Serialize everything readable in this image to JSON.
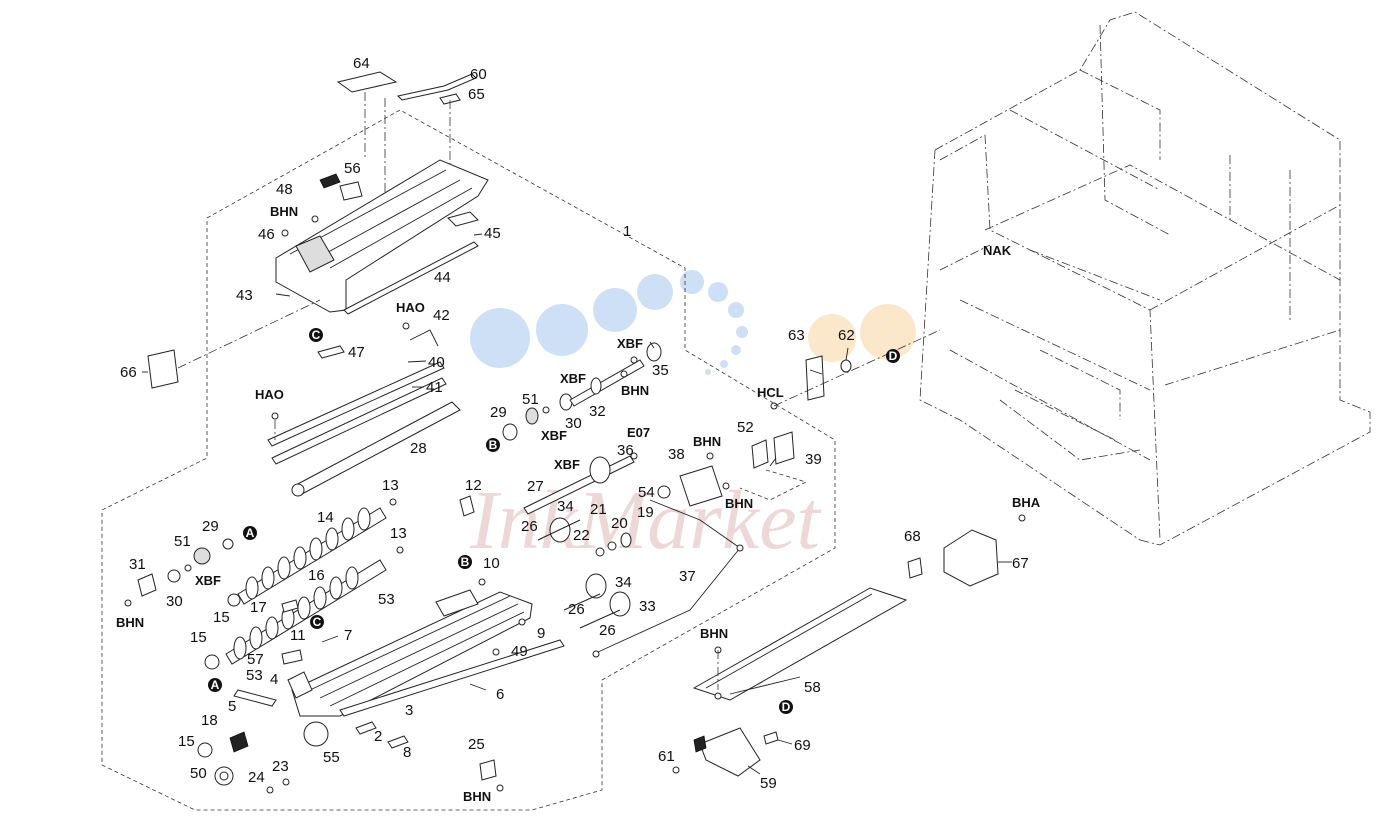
{
  "watermark": {
    "text": "InkMarket",
    "colors": {
      "blue": "#aecbf0",
      "orange": "#f7c98a",
      "pink": "#d8a8a8"
    }
  },
  "callouts": [
    "A",
    "B",
    "C",
    "D"
  ],
  "hardware_codes": [
    "BHN",
    "HAO",
    "XBF",
    "HCL",
    "NAK",
    "BHA",
    "E07"
  ],
  "part_numbers": [
    "1",
    "2",
    "3",
    "4",
    "5",
    "6",
    "7",
    "8",
    "9",
    "10",
    "11",
    "12",
    "13",
    "14",
    "15",
    "16",
    "17",
    "18",
    "19",
    "20",
    "21",
    "22",
    "23",
    "24",
    "25",
    "26",
    "27",
    "28",
    "29",
    "30",
    "31",
    "32",
    "33",
    "34",
    "35",
    "36",
    "37",
    "38",
    "39",
    "40",
    "41",
    "42",
    "43",
    "44",
    "45",
    "46",
    "47",
    "48",
    "49",
    "50",
    "51",
    "52",
    "53",
    "54",
    "55",
    "56",
    "57",
    "58",
    "59",
    "60",
    "61",
    "62",
    "63",
    "64",
    "65",
    "66",
    "67",
    "68",
    "69"
  ]
}
